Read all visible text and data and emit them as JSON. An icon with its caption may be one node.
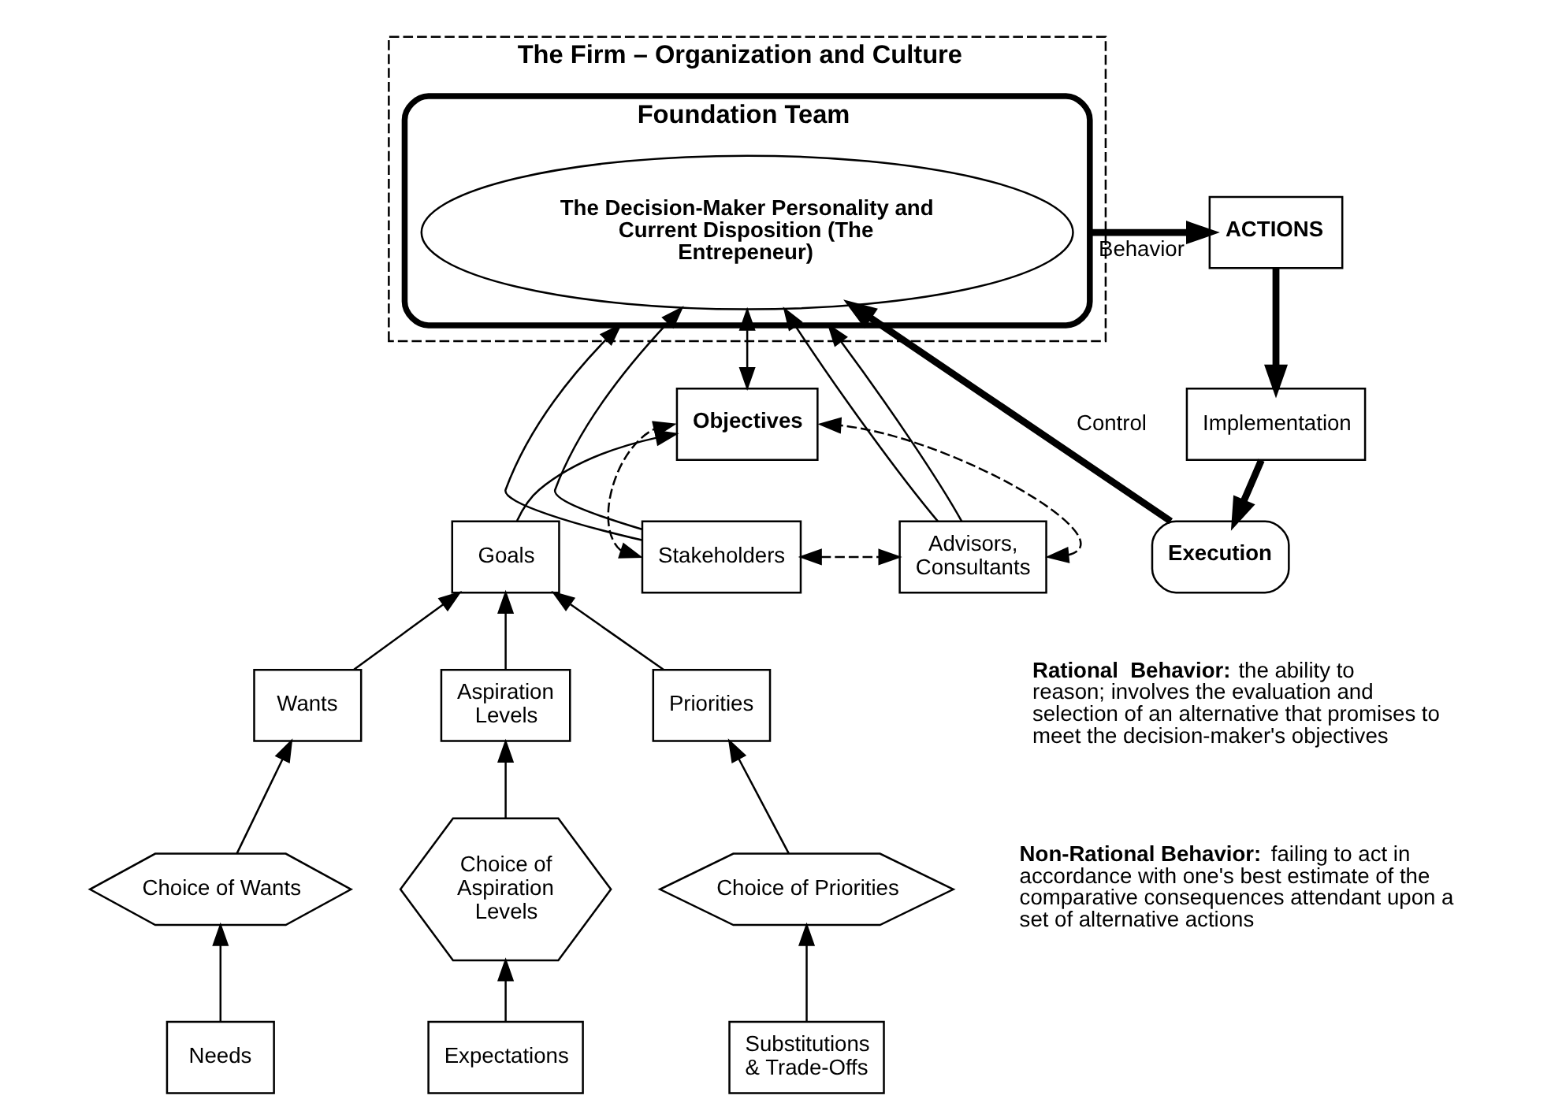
{
  "diagram": {
    "nodes": [
      {
        "text": [
          "The Firm – Organization and Culture"
        ]
      },
      {
        "text": [
          "Foundation Team"
        ],
        "in": 0
      },
      {
        "text": [
          "The Decision-Maker Personality and Current Disposition (The Entrepeneur)"
        ],
        "in": 1
      },
      {
        "text": [
          "Stakeholders"
        ]
      },
      {
        "text": [
          "Advisors, Consultants"
        ]
      },
      {
        "text": [
          "ACTIONS"
        ]
      },
      {
        "text": [
          "Implementation"
        ]
      },
      {
        "text": [
          "Execution"
        ]
      },
      {
        "text": [
          "Objectives"
        ]
      },
      {
        "text": [
          "Goals"
        ]
      },
      {
        "text": [
          "Wants"
        ]
      },
      {
        "text": [
          "Aspiration Levels"
        ]
      },
      {
        "text": [
          "Priorities"
        ]
      },
      {
        "text": [
          "Choice of Wants"
        ]
      },
      {
        "text": [
          "Choice of Aspiration Levels"
        ]
      },
      {
        "text": [
          "Choice of Priorities"
        ]
      },
      {
        "text": [
          "Needs"
        ]
      },
      {
        "text": [
          "Expectations"
        ]
      },
      {
        "text": [
          "Substitutions & Trade-Offs"
        ]
      }
    ],
    "edges": [
      {
        "from": 3,
        "to": 1,
        "arrow": "to"
      },
      {
        "from": 3,
        "to": 2,
        "arrow": "to"
      },
      {
        "from": 4,
        "to": 2,
        "arrow": "to"
      },
      {
        "from": 4,
        "to": 1,
        "arrow": "to"
      },
      {
        "from": 3,
        "to": 8,
        "arrow": "both",
        "style": "dashed"
      },
      {
        "from": 4,
        "to": 8,
        "arrow": "both",
        "style": "dashed"
      },
      {
        "from": 4,
        "to": 3,
        "arrow": "both",
        "style": "dashed"
      },
      {
        "from": 2,
        "to": 8,
        "arrow": "both"
      },
      {
        "from": 1,
        "to": 5,
        "arrow": "to",
        "style": "thick",
        "label": "Behavior"
      },
      {
        "from": 5,
        "to": 6,
        "arrow": "to",
        "style": "thick"
      },
      {
        "from": 6,
        "to": 7,
        "arrow": "to",
        "style": "thick"
      },
      {
        "from": 7,
        "to": 2,
        "arrow": "to",
        "style": "thick",
        "label": "Control"
      },
      {
        "from": 9,
        "to": 8,
        "arrow": "to"
      },
      {
        "from": 10,
        "to": 9,
        "arrow": "to"
      },
      {
        "from": 11,
        "to": 9,
        "arrow": "to"
      },
      {
        "from": 12,
        "to": 9,
        "arrow": "to"
      },
      {
        "from": 13,
        "to": 10,
        "arrow": "to"
      },
      {
        "from": 14,
        "to": 11,
        "arrow": "to"
      },
      {
        "from": 15,
        "to": 12,
        "arrow": "to"
      },
      {
        "from": 16,
        "to": 13,
        "arrow": "to"
      },
      {
        "from": 17,
        "to": 14,
        "arrow": "to"
      },
      {
        "from": 18,
        "to": 15,
        "arrow": "to"
      }
    ],
    "labels": [
      "**Rational  Behavior:** the ability to reason; involves the evaluation and selection of an alternative that promises to meet the decision-maker's objectives",
      "**Non-Rational Behavior:** failing to act in accordance with one's best estimate of the comparative consequences attendant upon a set of alternative actions"
    ]
  }
}
